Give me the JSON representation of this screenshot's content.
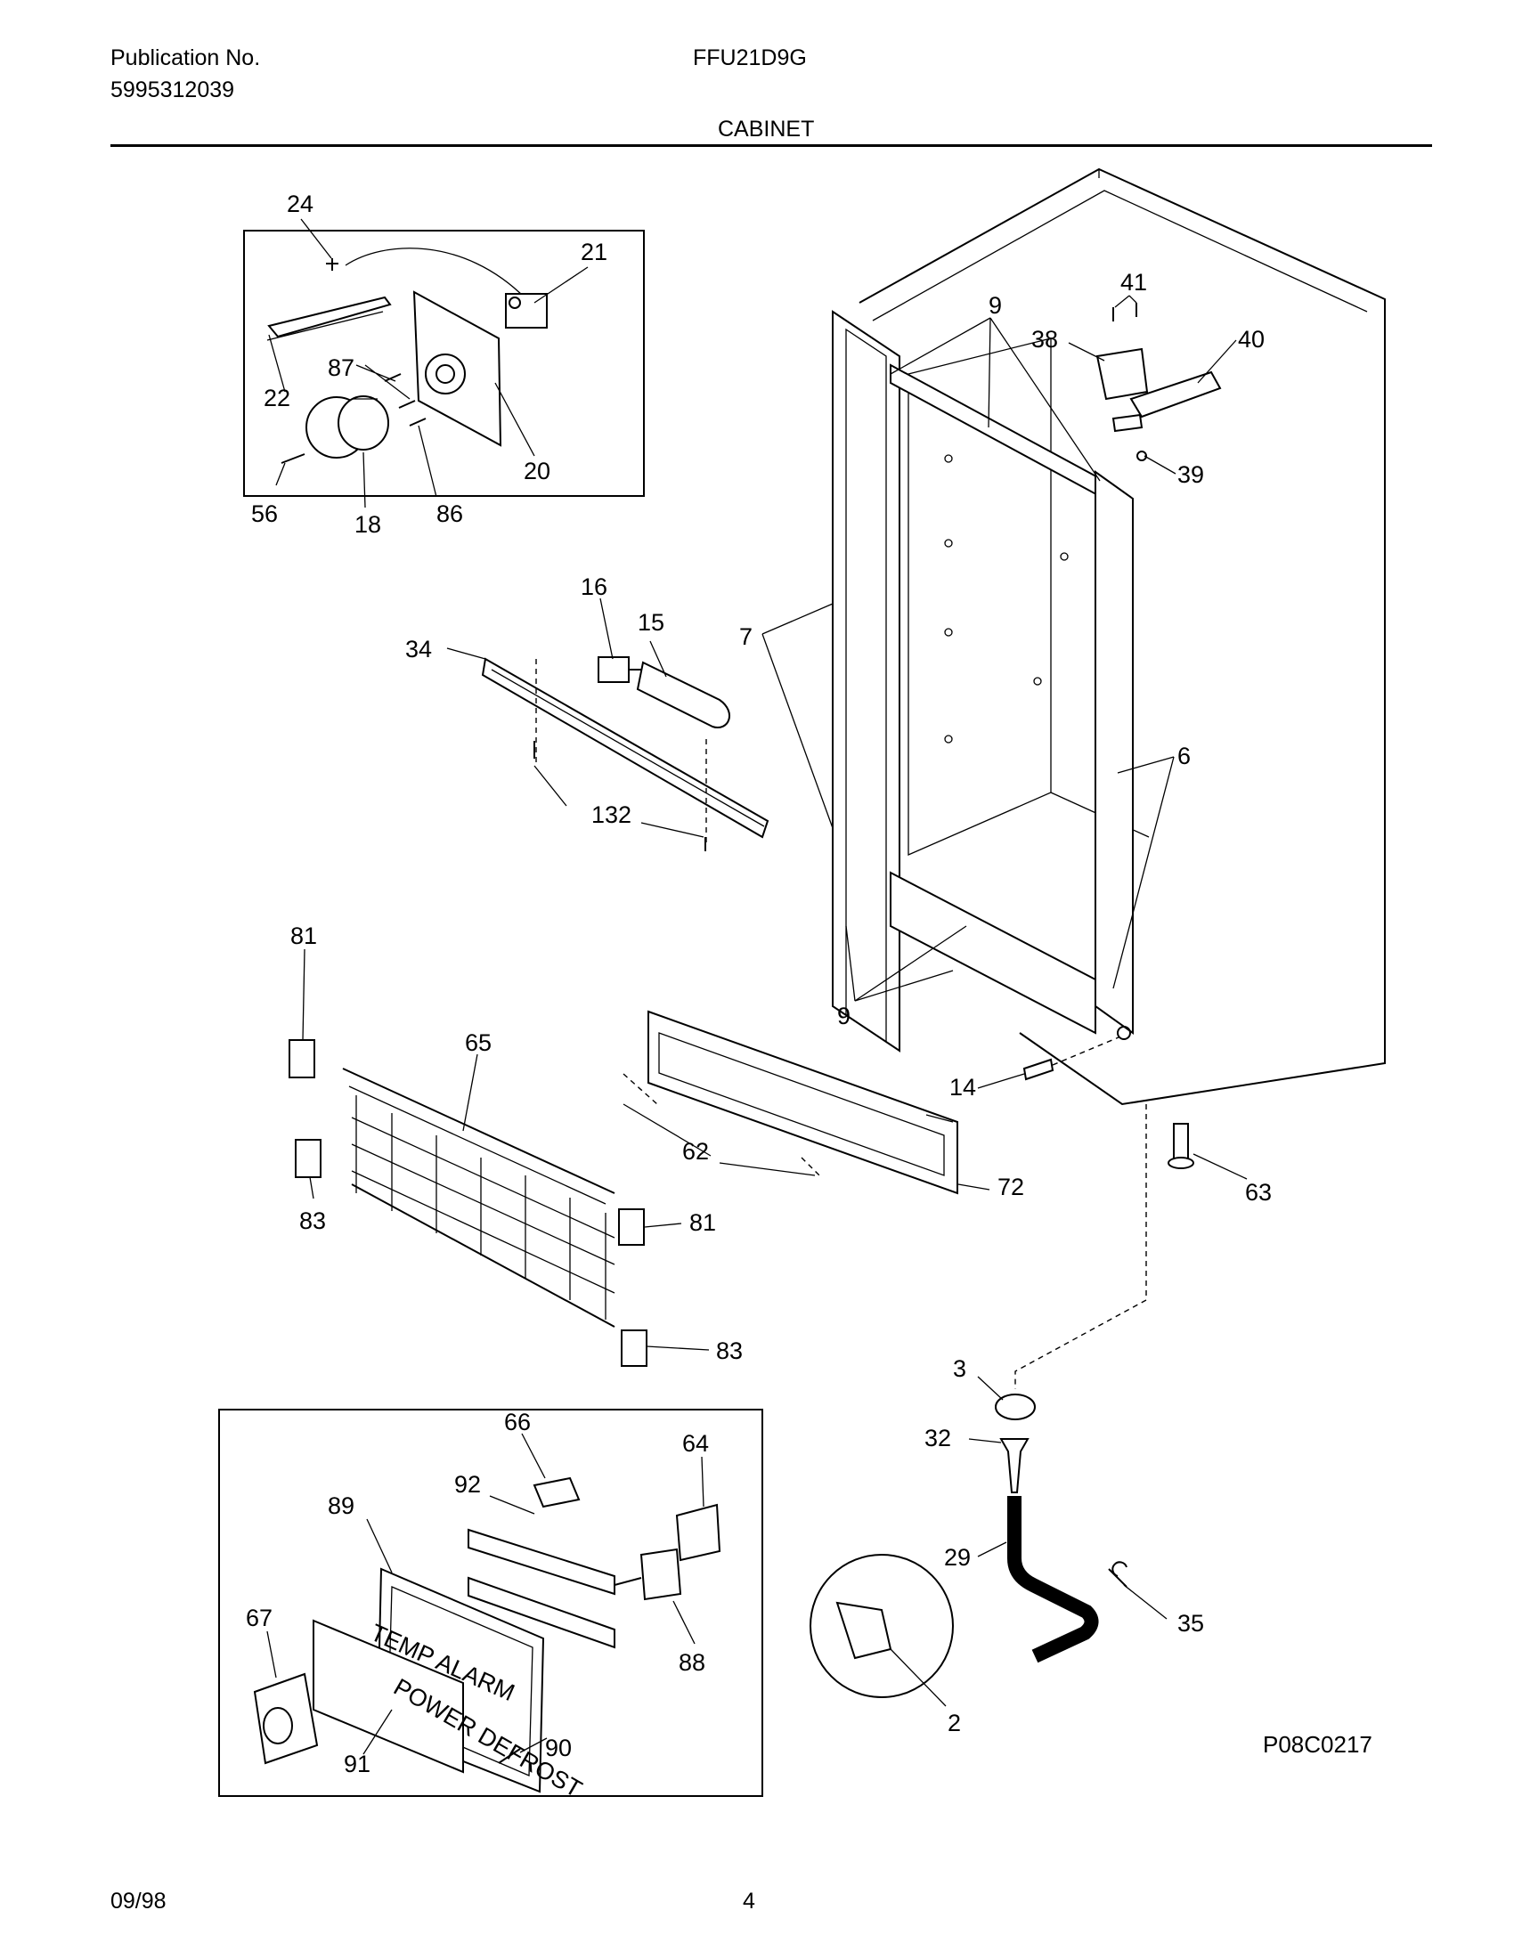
{
  "header": {
    "publication_label": "Publication No.",
    "publication_number": "5995312039",
    "model": "FFU21D9G",
    "section": "CABINET"
  },
  "callouts": {
    "c24": "24",
    "c21": "21",
    "c87": "87",
    "c22": "22",
    "c20": "20",
    "c56": "56",
    "c18": "18",
    "c86": "86",
    "c16": "16",
    "c15": "15",
    "c34": "34",
    "c132": "132",
    "c9a": "9",
    "c41": "41",
    "c38": "38",
    "c40": "40",
    "c39": "39",
    "c7": "7",
    "c6": "6",
    "c9b": "9",
    "c14": "14",
    "c81a": "81",
    "c65": "65",
    "c83a": "83",
    "c81b": "81",
    "c83b": "83",
    "c62": "62",
    "c72": "72",
    "c63": "63",
    "c3": "3",
    "c32": "32",
    "c29": "29",
    "c35": "35",
    "c2": "2",
    "c66": "66",
    "c64": "64",
    "c92": "92",
    "c89": "89",
    "c67": "67",
    "c88": "88",
    "c90": "90",
    "c91": "91"
  },
  "panel_labels": {
    "temp_alarm": "TEMP ALARM",
    "power_defrost": "POWER DEFROST"
  },
  "footer": {
    "drawing_code": "P08C0217",
    "date": "09/98",
    "page": "4"
  }
}
